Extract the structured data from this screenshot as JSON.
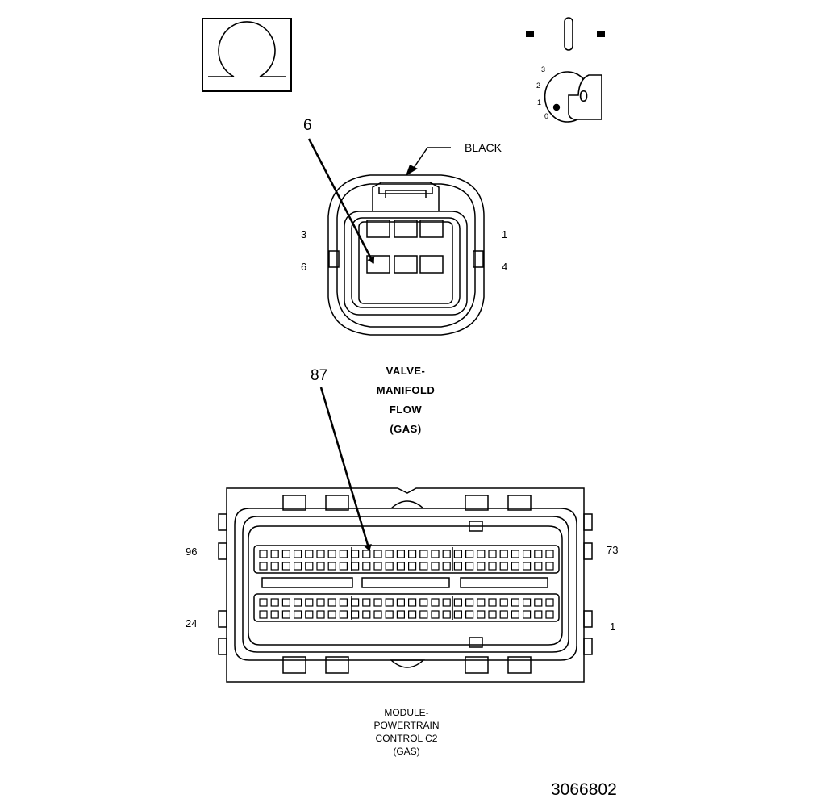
{
  "ohm_symbol": "Ω",
  "key_switch": {
    "positions": [
      "3",
      "2",
      "1",
      "0"
    ],
    "key_label": "0"
  },
  "valve_connector": {
    "callout_pin": "6",
    "color_label": "BLACK",
    "pin_labels": {
      "top_left": "3",
      "top_right": "1",
      "bottom_left": "6",
      "bottom_right": "4"
    },
    "title_lines": [
      "VALVE-",
      "MANIFOLD",
      "FLOW",
      "(GAS)"
    ]
  },
  "pcm_connector": {
    "callout_pin": "87",
    "pin_labels": {
      "top_left": "96",
      "top_right": "73",
      "bottom_left": "24",
      "bottom_right": "1"
    },
    "title_lines": [
      "MODULE-",
      "POWERTRAIN",
      "CONTROL C2",
      "(GAS)"
    ]
  },
  "figure_number": "3066802",
  "colors": {
    "ink": "#000000",
    "paper": "#ffffff"
  }
}
